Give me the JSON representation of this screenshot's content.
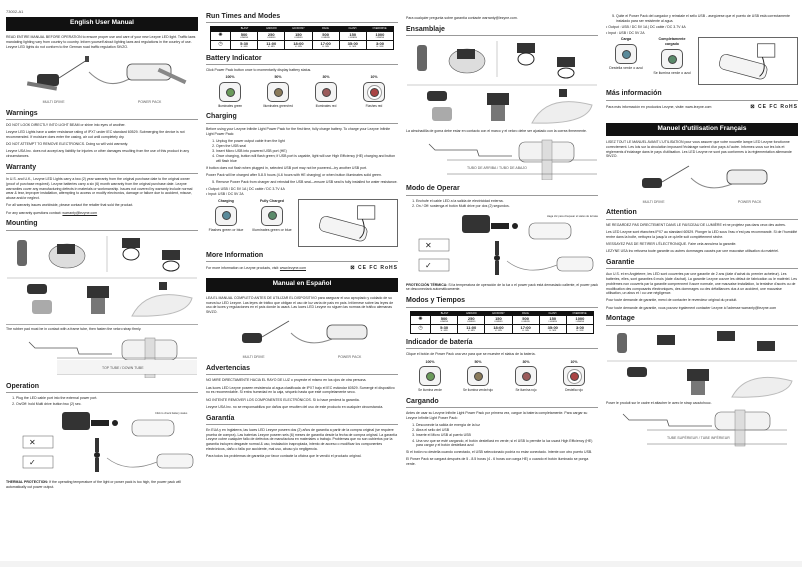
{
  "doc_id": "73002-A1",
  "english": {
    "banner": "English User Manual",
    "intro": "READ ENTIRE MANUAL BEFORE OPERATION to ensure proper use and care of your new Lezyne LED light. Traffic laws mandating lighting vary from country to country. Inform yourself about lighting laws and regulations in the country of use. Lezyne LED lights do not conform to the German road traffic regulation StVZO.",
    "captions": [
      "MULTI DRIVE",
      "POWER PACK"
    ],
    "warnings": {
      "title": "Warnings",
      "p1": "DO NOT LOOK DIRECTLY INTO LIGHT BEAM or shine into eyes of another.",
      "p2": "Lezyne LED Lights have a water resistance rating of IPX7 under IEC standard 60529. Submerging the device is not recommended. If moisture does enter the casing, air out until completely dry.",
      "p3": "DO NOT ATTEMPT TO REMOVE ELECTRONICS. Doing so will void warranty.",
      "p4": "Lezyne USA Inc. does not accept any liability for injuries or other damages resulting from the use of this product in any circumstances."
    },
    "warranty": {
      "title": "Warranty",
      "p1": "In U.S. and U.K., Lezyne LED Lights carry a two (2) year warranty from the original purchase date to the original owner (proof of purchase required). Lezyne batteries carry a six (6) month warranty from the original purchase date. Lezyne warranties cover any manufacturing defects in materials or workmanship. Issues not covered by warranty include normal wear & tear, improper installation, attempting to access or modify electronics, damage or failure due to accident, misuse, abuse and/or neglect.",
      "p2": "For all warranty issues worldwide, please contact the retailer that sold the product.",
      "p3": "For any warranty questions contact: ",
      "email": "warranty@lezyne.com"
    },
    "mounting": {
      "title": "Mounting",
      "note": "The rubber pad must be in contact with a frame tube, then fasten the velcro strap firmly.",
      "tube_label": "TOP TUBE / DOWN TUBE"
    },
    "operation": {
      "title": "Operation",
      "steps": [
        "Plug the LED cable port into the external power port.",
        "On/Off: hold Multi drive button two (2) sec."
      ],
      "callout": "Click to check battery status",
      "thermal_label": "THERMAL PROTECTION:",
      "thermal": " If the operating temperature of the light or power pack is too high, the power pack will automatically cut power output."
    },
    "run_times": {
      "title": "Run Times and Modes",
      "modes": [
        "BLAST",
        "ENDURO",
        "ECONOMY",
        "RACE",
        "FLASH",
        "OVERDRIVE"
      ],
      "lumens": [
        "500",
        "250",
        "150",
        "500",
        "150",
        "1000"
      ],
      "lumens_unit": "LUMENS",
      "times": [
        "5:30",
        "11:00",
        "18:00",
        "17:00",
        "35:00",
        "3:00"
      ],
      "time_unit": "H : MIN"
    },
    "battery": {
      "title": "Battery Indicator",
      "text": "Click Power Pack button once to momentarily display battery status.",
      "levels": [
        {
          "pct": "100%",
          "label": "Illuminates green",
          "color": "#6a9a5a"
        },
        {
          "pct": "50%",
          "label": "Illuminates green/red",
          "color": "#8a7a5a"
        },
        {
          "pct": "30%",
          "label": "Illuminates red",
          "color": "#9a5a5a"
        },
        {
          "pct": "10%",
          "label": "Flashes red",
          "color": "#aa4444"
        }
      ]
    },
    "charging": {
      "title": "Charging",
      "intro": "Before using your Lezyne Infinite Light Power Pack for the first time, fully charge battery. To charge your Lezyne Infinite Light Power Pack:",
      "steps": [
        "Unplug the power output cable from the light",
        "Open the USB seal",
        "Insert Micro USB into powered USB port (HE)",
        "Once charging, button will flash green; if USB port is capable, light will use High Efficiency (HE) charging and button will flash blue"
      ],
      "p1": "If button does not flash when plugged in, selected USB port may not be powered—try another USB port.",
      "p2": "Power Pack will be charged after 5-8.5 hours (4-6 hours with HE charging) or when button illuminates solid green.",
      "step5": "Remove Power Pack from charger and reinstall the USB seal—ensure USB seal is fully installed for water resistance.",
      "specs": [
        "Output: USB / DC 5V 1A | DC cable / DC 3.7V 4A",
        "Input: USB / DC 5V 2A"
      ],
      "states": [
        {
          "title": "Charging",
          "label": "Flashes green or blue"
        },
        {
          "title": "Fully Charged",
          "label": "Illuminates green or blue"
        }
      ]
    },
    "more_info": {
      "title": "More Information",
      "text": "For more information on Lezyne products, visit: ",
      "url": "www.lezyne.com",
      "logos": "⊠ CE FC RoHS"
    }
  },
  "spanish": {
    "banner": "Manual en Español",
    "intro": "LEA EL MANUAL COMPLETO ANTES DE UTILIZAR EL DISPOSITIVO para asegurar el uso apropiado y cuidado de su nueva luz LED Lezyne. Las leyes de tráfico que obligan el uso de luz varía de país en país. Infórmese sobre las leyes de uso de luces y regulaciones en el país donde la usará. Las luces LED Lezyne no siguen las normas de tráfico alemanas StVZO.",
    "captions": [
      "MULTI DRIVE",
      "POWER PACK"
    ],
    "advertencias": {
      "title": "Advertencias",
      "p1": "NO MIRE DIRECTAMENTE HACIA EL RAYO DE LUZ o proyecte el mismo en los ojos de otra persona.",
      "p2": "Las luces LED Lezyne poseen resistencia al agua clasificada de IPX7 bajo el IEC estándar 60529. Sumergir el dispositivo no es recomendable. Si entra humedad en la caja, séquelo hasta que esté completamente seco.",
      "p3": "NO INTENTE REMOVER LOS COMPONENTES ELECTRÓNICOS. Si lo hace perderá la garantía.",
      "p4": "Lezyne USA Inc. no se responsabiliza por daños que resulten del uso de este producto en cualquier circunstancia."
    },
    "garantia": {
      "title": "Garantía",
      "p1": "En EUA y en Inglaterra, las luces LED Lezyne poseen dos (2) años de garantía a partir de la compra original (se requiere prueba de compra). Las baterías Lezyne poseen seis (6) meses de garantía desde la fecha de compra original. La garantía Lezyne cubre cualquier fallo de defectos de manufactura en materiales o trabajo. Problemas que no son cubiertos por la garantía incluyen desgaste normal & uso, instalación inapropiada, intento de acceso o modificar los componentes electrónicos, daño o falla por accidente, mal uso, abuso y/o negligencia.",
      "p2": "Para todos los problemas de garantía por favor contacte la oficina que le vendió el producto original.",
      "p3": "Para cualquier pregunta sobre garantía contacte warranty@lezyne.com."
    },
    "ensamblaje": {
      "title": "Ensamblaje",
      "note": "La almohadilla de goma debe estar en contacto con el marco y el velcro debe ser ajustado con la correa firmemente.",
      "tube_label": "TUBO DE ARRIBA / TUBO DE ABAJO"
    },
    "operar": {
      "title": "Modo de Operar",
      "steps": [
        "Enchufe el cable LED a la salida de electricidad externa.",
        "On / Off: sostenga el botón Multi drive por dos (2) segundos."
      ],
      "callout": "Haga clic para chequear el status de la batería",
      "thermal_label": "PROTECCIÓN TÉRMICA:",
      "thermal": " Si la temperatura de operación de la luz o el power pack está demasiado caliente, el power pack se desconectará automáticamente."
    },
    "modos": {
      "title": "Modos y Tiempos",
      "modes": [
        "BLAST",
        "ENDURO",
        "ECONOMY",
        "RACE",
        "FLASH",
        "OVERDRIVE"
      ],
      "lumens": [
        "500",
        "250",
        "150",
        "500",
        "150",
        "1000"
      ],
      "lumens_unit": "LUMENS",
      "times": [
        "5:30",
        "11:00",
        "18:00",
        "17:00",
        "35:00",
        "3:00"
      ],
      "time_unit": "H : MIN"
    },
    "bateria": {
      "title": "Indicador de batería",
      "text": "Clique el botón de Power Pack una vez para que se muestre el status de la batería.",
      "levels": [
        {
          "pct": "100%",
          "label": "Se ilumina verde",
          "color": "#6a9a5a"
        },
        {
          "pct": "50%",
          "label": "Se ilumina verde/rojo",
          "color": "#8a7a5a"
        },
        {
          "pct": "30%",
          "label": "Se ilumina rojo",
          "color": "#9a5a5a"
        },
        {
          "pct": "10%",
          "label": "Destella rojo",
          "color": "#aa4444"
        }
      ]
    },
    "cargando": {
      "title": "Cargando",
      "intro": "Antes de usar su Lezyne Infinite Light Power Pack por primera vez, cargue la batería completamente. Para cargar su Lezyne Infinite Light Power Pack:",
      "steps": [
        "Desconecte la salida de energía de la luz",
        "Abra el sello del USB",
        "Inserte el Micro USB al puerto USB",
        "Una vez que se esté cargando, el botón destellará en verde; si el USB lo permite la luz usará High Efficiency (HE) para cargar y el botón destellará azul"
      ],
      "p1": "Si el botón no destella cuando conectado, el USB seleccionado podría no estar conectado. Intente con otro puerto USB.",
      "p2": "El Power Pack se cargará después de 5 - 8.5 horas (4 - 6 horas con carga HE) o cuando el botón iluminado se ponga verde.",
      "step5": "Quite el Power Pack del cargador y reinstale el sello USB - asegúrese que el puerto de USB está correctamente instalado para ser resistente al agua.",
      "specs": [
        "Output : USB / DC 5V 1A | DC cable / DC 3.7V 4A",
        "Input : USB / DC 5V 2A"
      ],
      "states": [
        {
          "title": "Carga",
          "label": "Destella verde o azul"
        },
        {
          "title": "Completamente cargado",
          "label": "Se ilumina verde o azul"
        }
      ]
    },
    "mas_info": {
      "title": "Más información",
      "text": "Para más información en productos Lezyne, visite: www.lezyne.com",
      "logos": "⊠ CE FC RoHS"
    }
  },
  "french": {
    "banner": "Manuel d'utilisation Français",
    "intro": "LISEZ TOUT LE MANUEL AVANT L'UTILISATION pour vous assurer que votre nouvelle lampe LED Lezyne fonctionne correctement. Les lois sur la circulation imposant l'éclairage varient d'un pays à l'autre. Informez-vous sur les lois et règlements d'éclairage dans le pays d'utilisation. Les LED Lezyne ne sont pas conformes à la réglementation allemande StVZO.",
    "captions": [
      "MULTI DRIVE",
      "POWER PACK"
    ],
    "attention": {
      "title": "Attention",
      "p1": "NE REGARDEZ PAS DIRECTEMENT DANS LE FAISCEAU DE LUMIÈRE et ne projetez pas dans ceux des autres.",
      "p2": "Les LED Lezyne sont étanches IPX7 au standard 60529. Plonger la LED sous l'eau n'est pas recommandé. Si de l'humidité rentre dans la boîte, nettoyez la jusqu'à ce qu'elle soit complètement sèche.",
      "p3": "N'ESSAYEZ PAS DE RETIRER L'ÉLECTRONIQUE. Faire cela annulera la garantie.",
      "p4": "LEZYNE USA Inc refusera toute garantie ou autres dommages causés par une mauvaise utilisation du matériel."
    },
    "garantie": {
      "title": "Garantie",
      "p1": "Aux U.S. et en Angleterre, les LED sont couvertes par une garantie de 2 ans (date d'achat du premier acheteur). Les batteries, elles, sont garanties 6 mois (date d'achat). La garantie Lezyne couvre les défaut de fabrication ou le matériel. Les problèmes non couverts par la garantie comprennent l'usure normale, une mauvaise installation, la tentative d'accès ou de modification des composants électroniques, des dommages ou des défaillances dus à un accident, une mauvaise utilisation, un abus et / ou une négligence.",
      "p2": "Pour toute demande de garantie, merci de contacter le revendeur original du produit.",
      "p3": "Pour toute demande de garantie, vous pouvez également contacter Lezyne à l'adresse warranty@lezyne.com"
    },
    "montage": {
      "title": "Montage",
      "note": "Poser le produit sur le cadre et attacher le avec le strap caoutchouc.",
      "tube_label": "TUBE SUPÉRIEUR / TUBE INFÉRIEUR"
    }
  }
}
